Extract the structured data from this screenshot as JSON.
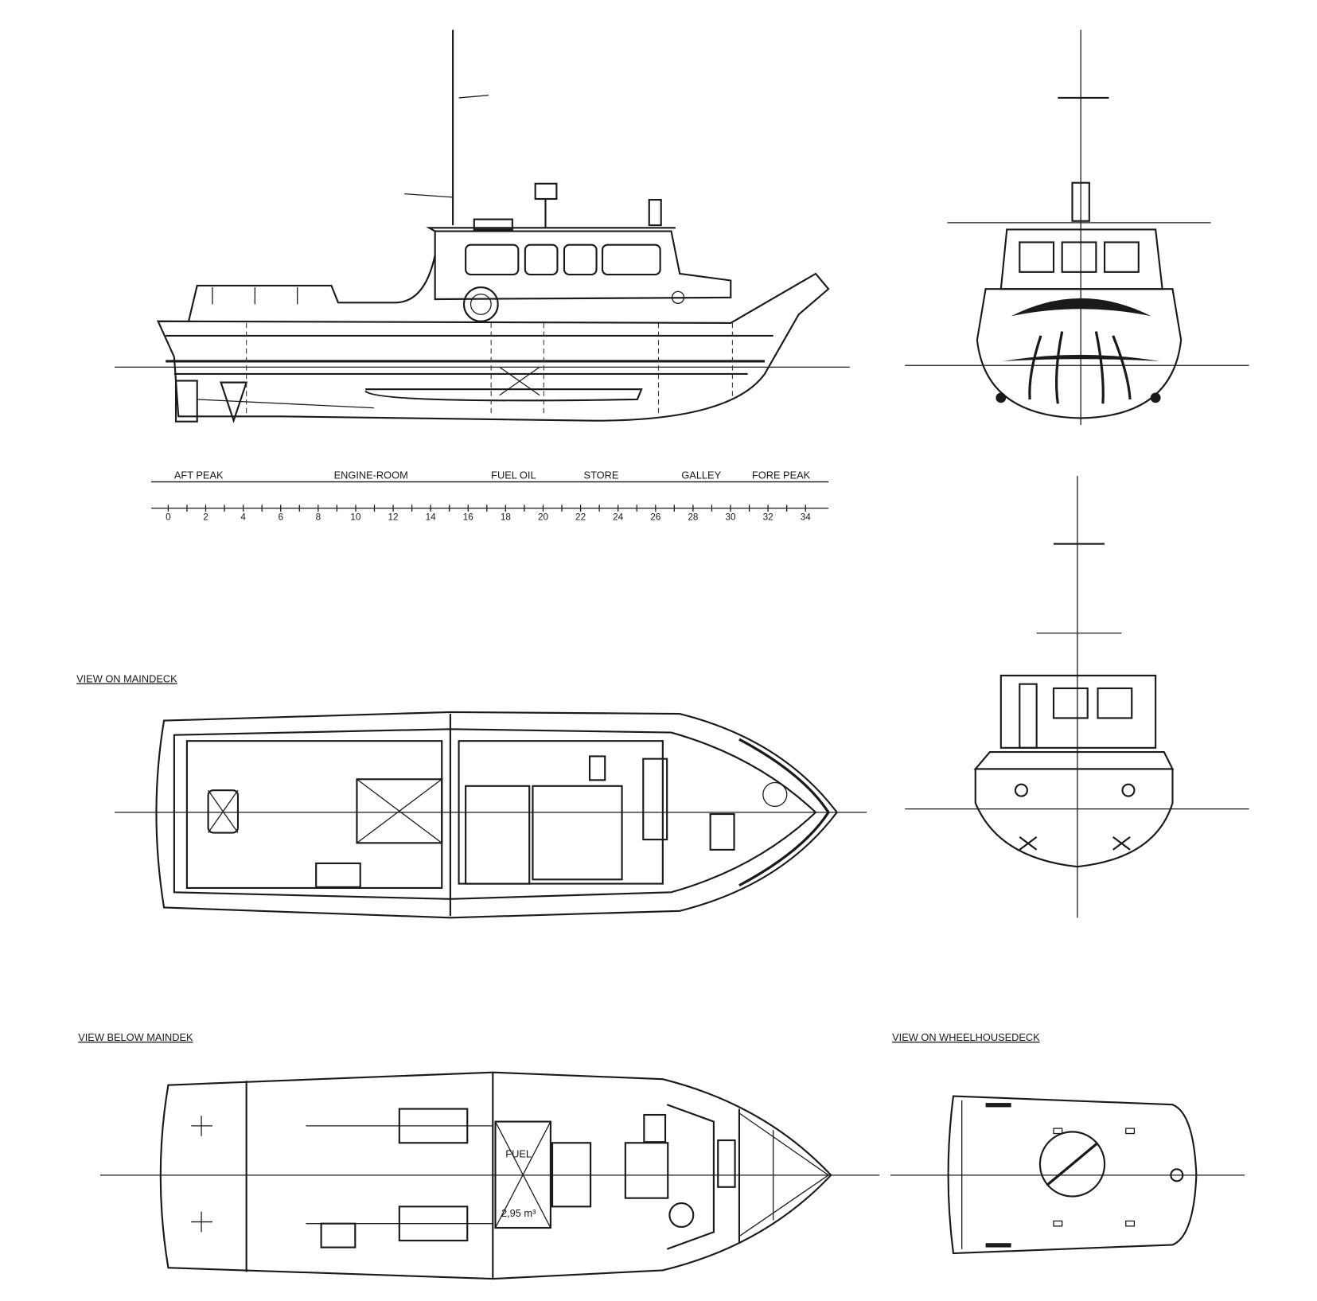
{
  "drawing": {
    "compartments": [
      "AFT PEAK",
      "ENGINE-ROOM",
      "FUEL OIL",
      "STORE",
      "GALLEY",
      "FORE PEAK"
    ],
    "frame_scale": [
      0,
      2,
      4,
      6,
      8,
      10,
      12,
      14,
      16,
      18,
      20,
      22,
      24,
      26,
      28,
      30,
      32,
      34
    ],
    "views": {
      "maindeck": "VIEW ON MAINDECK",
      "below_maindeck": "VIEW BELOW MAINDEK",
      "wheelhousedeck": "VIEW ON WHEELHOUSEDECK"
    },
    "fuel_tank_label": "FUEL",
    "fuel_tank_volume": "2,95 m³"
  }
}
